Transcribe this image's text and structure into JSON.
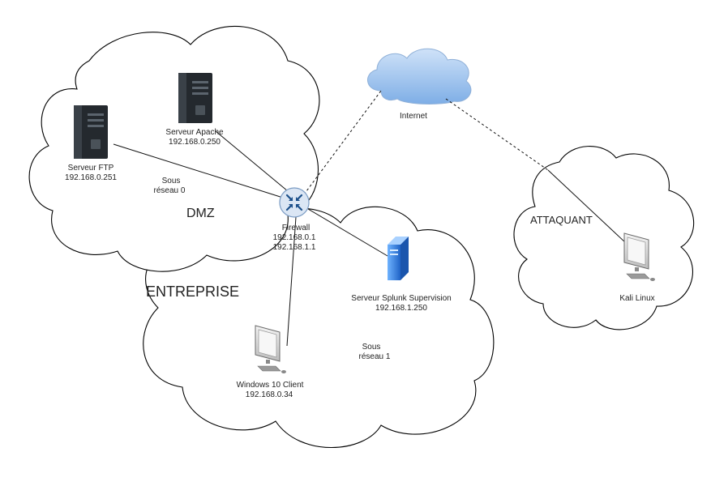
{
  "labels": {
    "dmz": "DMZ",
    "entreprise": "ENTREPRISE",
    "attaquant": "ATTAQUANT",
    "subnet0_line1": "Sous",
    "subnet0_line2": "réseau 0",
    "subnet1_line1": "Sous",
    "subnet1_line2": "réseau 1"
  },
  "nodes": {
    "ftp": {
      "name": "Serveur FTP",
      "ip": "192.168.0.251"
    },
    "apache": {
      "name": "Serveur Apache",
      "ip": "192.168.0.250"
    },
    "firewall": {
      "name": "Firewall",
      "ip1": "192.168.0.1",
      "ip2": "192.168.1.1"
    },
    "internet": {
      "name": "Internet"
    },
    "splunk": {
      "name": "Serveur Splunk Supervision",
      "ip": "192.168.1.250"
    },
    "windows": {
      "name": "Windows 10 Client",
      "ip": "192.168.0.34"
    },
    "kali": {
      "name": "Kali Linux"
    }
  },
  "colors": {
    "router_fill": "#dbe6f4",
    "router_arrows": "#1b4f8a",
    "internet_cloud": "#8fb8e8",
    "splunk_blue": "#2f7fe0",
    "server_dark": "#23272b"
  }
}
